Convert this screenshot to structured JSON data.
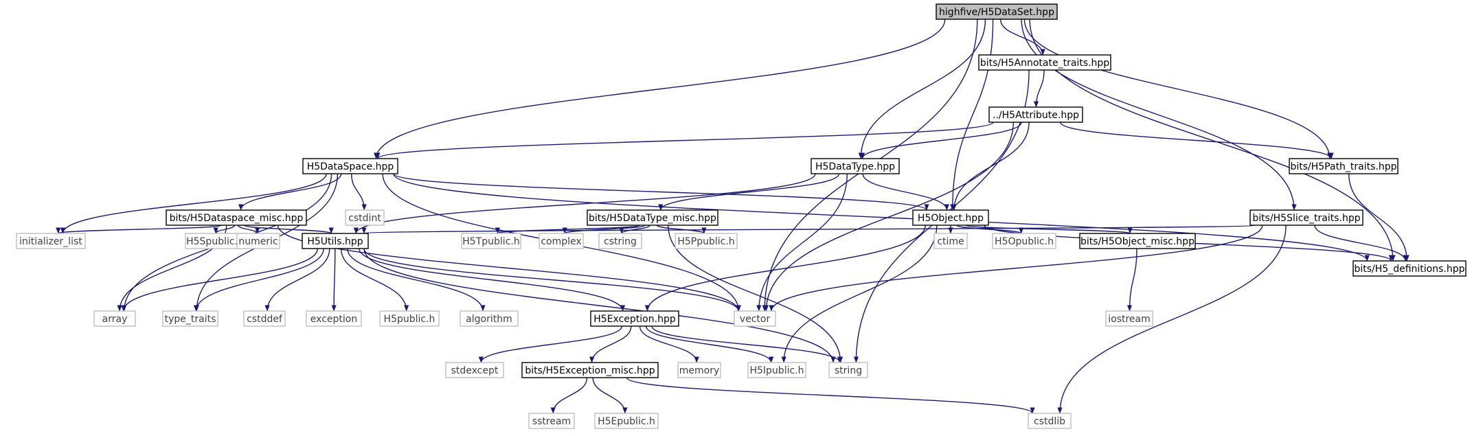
{
  "nodes": [
    {
      "id": "root",
      "label": "highfive/H5DataSet.hpp",
      "style": "root"
    },
    {
      "id": "annotate",
      "label": "bits/H5Annotate_traits.hpp",
      "style": "file"
    },
    {
      "id": "attribute",
      "label": "../H5Attribute.hpp",
      "style": "file"
    },
    {
      "id": "dataspace",
      "label": "H5DataSpace.hpp",
      "style": "file"
    },
    {
      "id": "datatype",
      "label": "H5DataType.hpp",
      "style": "file"
    },
    {
      "id": "path",
      "label": "bits/H5Path_traits.hpp",
      "style": "file"
    },
    {
      "id": "dspace_misc",
      "label": "bits/H5Dataspace_misc.hpp",
      "style": "file"
    },
    {
      "id": "cstdint",
      "label": "cstdint",
      "style": "system"
    },
    {
      "id": "dtype_misc",
      "label": "bits/H5DataType_misc.hpp",
      "style": "file"
    },
    {
      "id": "object",
      "label": "H5Object.hpp",
      "style": "file"
    },
    {
      "id": "slice",
      "label": "bits/H5Slice_traits.hpp",
      "style": "file"
    },
    {
      "id": "initlist",
      "label": "initializer_list",
      "style": "system"
    },
    {
      "id": "h5spublic",
      "label": "H5Spublic.h",
      "style": "system"
    },
    {
      "id": "numeric",
      "label": "numeric",
      "style": "system"
    },
    {
      "id": "utils",
      "label": "H5Utils.hpp",
      "style": "file"
    },
    {
      "id": "h5tpublic",
      "label": "H5Tpublic.h",
      "style": "system"
    },
    {
      "id": "complex",
      "label": "complex",
      "style": "system"
    },
    {
      "id": "cstring",
      "label": "cstring",
      "style": "system"
    },
    {
      "id": "h5ppublic",
      "label": "H5Ppublic.h",
      "style": "system"
    },
    {
      "id": "ctime",
      "label": "ctime",
      "style": "system"
    },
    {
      "id": "h5opublic",
      "label": "H5Opublic.h",
      "style": "system"
    },
    {
      "id": "obj_misc",
      "label": "bits/H5Object_misc.hpp",
      "style": "file"
    },
    {
      "id": "defs",
      "label": "bits/H5_definitions.hpp",
      "style": "file"
    },
    {
      "id": "array",
      "label": "array",
      "style": "system"
    },
    {
      "id": "type_traits",
      "label": "type_traits",
      "style": "system"
    },
    {
      "id": "cstddef",
      "label": "cstddef",
      "style": "system"
    },
    {
      "id": "exception",
      "label": "exception",
      "style": "system"
    },
    {
      "id": "h5public",
      "label": "H5public.h",
      "style": "system"
    },
    {
      "id": "algorithm",
      "label": "algorithm",
      "style": "system"
    },
    {
      "id": "h5exception",
      "label": "H5Exception.hpp",
      "style": "file"
    },
    {
      "id": "vector",
      "label": "vector",
      "style": "system"
    },
    {
      "id": "iostream",
      "label": "iostream",
      "style": "system"
    },
    {
      "id": "stdexcept",
      "label": "stdexcept",
      "style": "system"
    },
    {
      "id": "exc_misc",
      "label": "bits/H5Exception_misc.hpp",
      "style": "file"
    },
    {
      "id": "memory",
      "label": "memory",
      "style": "system"
    },
    {
      "id": "h5ipublic",
      "label": "H5Ipublic.h",
      "style": "system"
    },
    {
      "id": "string",
      "label": "string",
      "style": "system"
    },
    {
      "id": "sstream",
      "label": "sstream",
      "style": "system"
    },
    {
      "id": "h5epublic",
      "label": "H5Epublic.h",
      "style": "system"
    },
    {
      "id": "cstdlib",
      "label": "cstdlib",
      "style": "system"
    }
  ],
  "edges": [
    [
      "root",
      "dataspace"
    ],
    [
      "root",
      "vector"
    ],
    [
      "root",
      "datatype"
    ],
    [
      "root",
      "object"
    ],
    [
      "root",
      "annotate"
    ],
    [
      "root",
      "slice"
    ],
    [
      "root",
      "path"
    ],
    [
      "root",
      "defs"
    ],
    [
      "annotate",
      "attribute"
    ],
    [
      "annotate",
      "string"
    ],
    [
      "attribute",
      "dataspace"
    ],
    [
      "attribute",
      "datatype"
    ],
    [
      "attribute",
      "object"
    ],
    [
      "attribute",
      "vector"
    ],
    [
      "attribute",
      "path"
    ],
    [
      "dataspace",
      "dspace_misc"
    ],
    [
      "dataspace",
      "cstdint"
    ],
    [
      "dataspace",
      "initlist"
    ],
    [
      "dataspace",
      "array"
    ],
    [
      "dataspace",
      "type_traits"
    ],
    [
      "dataspace",
      "vector"
    ],
    [
      "dataspace",
      "object"
    ],
    [
      "dataspace",
      "defs"
    ],
    [
      "datatype",
      "dtype_misc"
    ],
    [
      "datatype",
      "object"
    ],
    [
      "datatype",
      "utils"
    ],
    [
      "datatype",
      "vector"
    ],
    [
      "path",
      "defs"
    ],
    [
      "dspace_misc",
      "initlist"
    ],
    [
      "dspace_misc",
      "h5spublic"
    ],
    [
      "dspace_misc",
      "numeric"
    ],
    [
      "dspace_misc",
      "utils"
    ],
    [
      "dspace_misc",
      "array"
    ],
    [
      "dspace_misc",
      "vector"
    ],
    [
      "dtype_misc",
      "h5tpublic"
    ],
    [
      "dtype_misc",
      "complex"
    ],
    [
      "dtype_misc",
      "cstring"
    ],
    [
      "dtype_misc",
      "h5ppublic"
    ],
    [
      "dtype_misc",
      "string"
    ],
    [
      "object",
      "ctime"
    ],
    [
      "object",
      "h5opublic"
    ],
    [
      "object",
      "obj_misc"
    ],
    [
      "object",
      "h5exception"
    ],
    [
      "object",
      "h5ipublic"
    ],
    [
      "object",
      "defs"
    ],
    [
      "slice",
      "utils"
    ],
    [
      "slice",
      "defs"
    ],
    [
      "slice",
      "vector"
    ],
    [
      "slice",
      "cstdlib"
    ],
    [
      "obj_misc",
      "iostream"
    ],
    [
      "utils",
      "array"
    ],
    [
      "utils",
      "type_traits"
    ],
    [
      "utils",
      "cstddef"
    ],
    [
      "utils",
      "exception"
    ],
    [
      "utils",
      "h5public"
    ],
    [
      "utils",
      "algorithm"
    ],
    [
      "utils",
      "h5exception"
    ],
    [
      "utils",
      "vector"
    ],
    [
      "utils",
      "string"
    ],
    [
      "h5exception",
      "stdexcept"
    ],
    [
      "h5exception",
      "exc_misc"
    ],
    [
      "h5exception",
      "memory"
    ],
    [
      "h5exception",
      "h5ipublic"
    ],
    [
      "h5exception",
      "string"
    ],
    [
      "exc_misc",
      "sstream"
    ],
    [
      "exc_misc",
      "h5epublic"
    ],
    [
      "exc_misc",
      "cstdlib"
    ]
  ],
  "colors": {
    "edge": "#191970",
    "root_fill": "#bfbfbf",
    "root_border": "#000000",
    "file_border": "#000000",
    "system_border": "#bfbfbf",
    "text": "#000000",
    "system_text": "#404040"
  }
}
